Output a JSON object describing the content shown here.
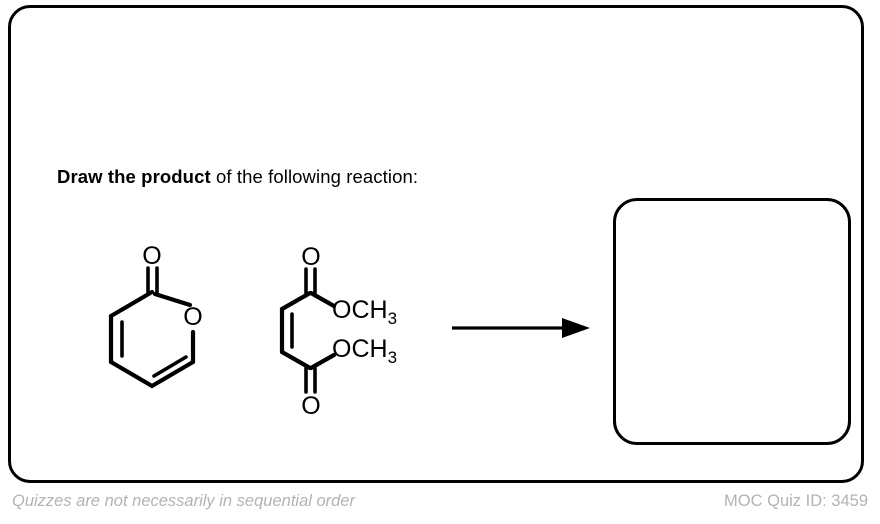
{
  "card": {
    "border_color": "#000000",
    "background": "#ffffff"
  },
  "prompt": {
    "emphasis": "Draw the product",
    "rest": " of the following reaction:"
  },
  "reaction": {
    "reactants": [
      {
        "name": "2H-pyran-2-one",
        "labels": [
          "O",
          "O"
        ]
      },
      {
        "name": "dimethyl maleate",
        "labels": [
          "O",
          "OCH",
          "3",
          "OCH",
          "3",
          "O"
        ],
        "carbonyl_top": "O",
        "carbonyl_bottom": "O",
        "ester_top": "OCH",
        "ester_top_sub": "3",
        "ester_bottom": "OCH",
        "ester_bottom_sub": "3"
      }
    ],
    "arrow": {
      "direction": "right",
      "above_label": "",
      "below_label": ""
    },
    "product_box": {
      "content": "",
      "placeholder": ""
    }
  },
  "footer": {
    "note": "Quizzes are not necessarily in sequential order",
    "quiz_id": "MOC Quiz ID: 3459"
  },
  "colors": {
    "ink": "#000000",
    "footer_text": "#b3b3b3"
  }
}
